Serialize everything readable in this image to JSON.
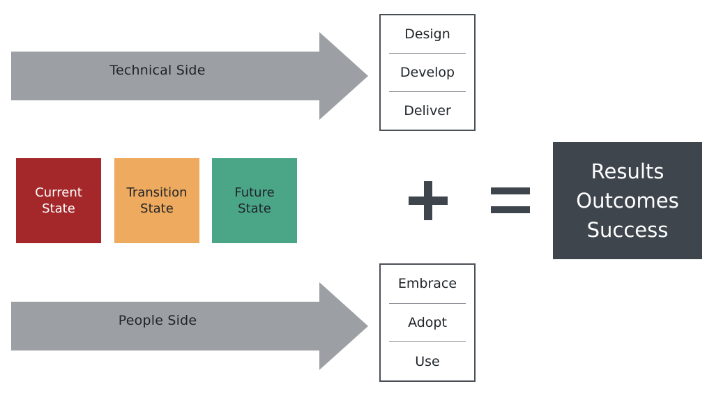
{
  "technical": {
    "label": "Technical Side",
    "steps": [
      "Design",
      "Develop",
      "Deliver"
    ]
  },
  "people": {
    "label": "People Side",
    "steps": [
      "Embrace",
      "Adopt",
      "Use"
    ]
  },
  "states": [
    {
      "line1": "Current",
      "line2": "State",
      "color": "#a4282a"
    },
    {
      "line1": "Transition",
      "line2": "State",
      "color": "#eeaa5e"
    },
    {
      "line1": "Future",
      "line2": "State",
      "color": "#4aa687"
    }
  ],
  "results": {
    "lines": [
      "Results",
      "Outcomes",
      "Success"
    ],
    "color": "#3e454d"
  },
  "colors": {
    "arrow": "#9ca0a5",
    "operator": "#3e454d"
  }
}
